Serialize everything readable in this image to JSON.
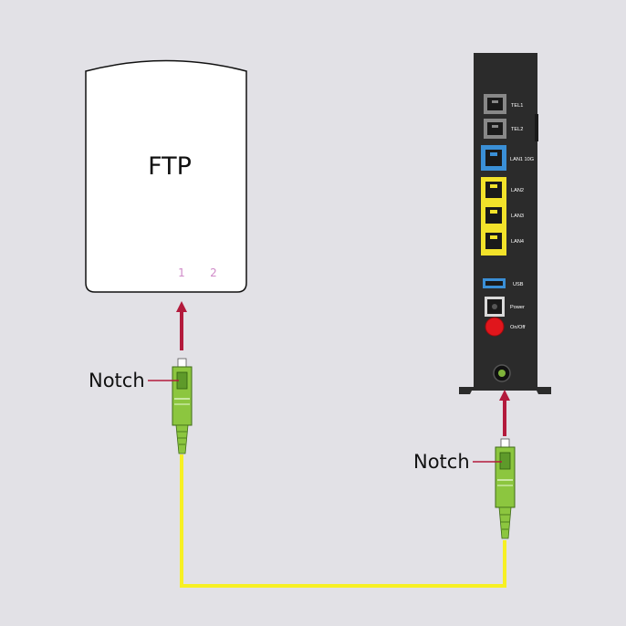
{
  "ftp": {
    "title": "FTP",
    "ports": [
      "1",
      "2"
    ]
  },
  "router": {
    "labels": {
      "tel1": "TEL1",
      "tel2": "TEL2",
      "lan1": "LAN1 10G",
      "lan2": "LAN2",
      "lan3": "LAN3",
      "lan4": "LAN4",
      "usb": "USB",
      "power": "Power",
      "onoff": "On/Off"
    }
  },
  "connectors": {
    "left_notch": "Notch",
    "right_notch": "Notch"
  },
  "colors": {
    "background": "#e2e1e6",
    "arrow": "#b31a3c",
    "cable": "#f7f023",
    "connector": "#8cc63f",
    "router_body": "#2b2b2b",
    "lan_10g": "#3a8fd6",
    "lan_ports": "#f2e22a",
    "power_button": "#e0161c"
  }
}
